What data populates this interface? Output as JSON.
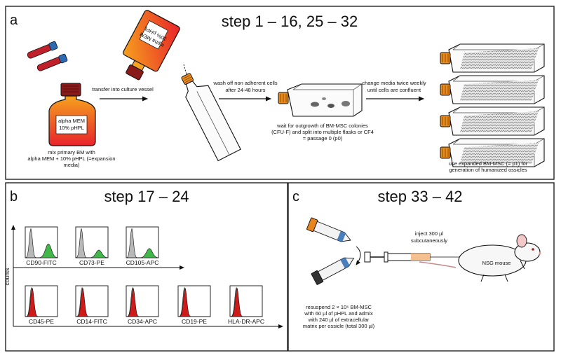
{
  "colors": {
    "panel_border": "#222222",
    "histogram_gray": "#b8b8b8",
    "histogram_green": "#41b649",
    "histogram_red": "#d01a1a",
    "flask_cap_orange": "#e88a1c",
    "medium_orange": "#f07a1c",
    "medium_red": "#e8242a",
    "tube_cap_blue": "#2c6ab2",
    "tube_cap_orange": "#e8841c"
  },
  "panel_a": {
    "letter": "a",
    "title": "step 1 – 16, 25 – 32",
    "bottle_label": [
      "alpha MEM",
      "10% pHPL"
    ],
    "bottle_text": [
      "mix primary BM with",
      "alpha MEM + 10% pHPL (=expansion",
      "media)"
    ],
    "arrow1_text": "transfer  into culture vessel",
    "inverted_bottle_label": [
      "alpha MEM",
      "10% pHPL"
    ],
    "arrow2_text": [
      "wash off non adherent cells",
      "after 24-48 hours"
    ],
    "flask_text": [
      "wait for outgrowth of BM-MSC colonies",
      "(CFU-F) and split into multiple flasks or CF4",
      "= passage 0 (p0)"
    ],
    "arrow3_text": [
      "change media twice weekly",
      "until cells are confluent"
    ],
    "final_text": [
      "use expanded BM-MSC (= p1) for",
      "generation of humanized ossicles"
    ]
  },
  "panel_b": {
    "letter": "b",
    "title": "step 17 – 24",
    "y_axis_label": "counts",
    "row1": [
      {
        "label": "CD90-FITC",
        "positive": true,
        "peak_level": 0.45
      },
      {
        "label": "CD73-PE",
        "positive": true,
        "peak_level": 0.25
      },
      {
        "label": "CD105-APC",
        "positive": true,
        "peak_level": 0.3
      }
    ],
    "row2": [
      {
        "label": "CD45-PE"
      },
      {
        "label": "CD14-FITC"
      },
      {
        "label": "CD34-APC"
      },
      {
        "label": "CD19-PE"
      },
      {
        "label": "HLA-DR-APC"
      }
    ]
  },
  "panel_c": {
    "letter": "c",
    "title": "step 33 – 42",
    "inject_text": [
      "inject 300 µl",
      "subcutaneously"
    ],
    "mouse_label": "NSG mouse",
    "resuspend_text": [
      "resuspend 2 × 10⁶ BM-MSC",
      "with 60 µl of pHPL and admix",
      "with 240 µl of extracellular",
      "matrix per ossicle (total 300 µl)"
    ]
  }
}
